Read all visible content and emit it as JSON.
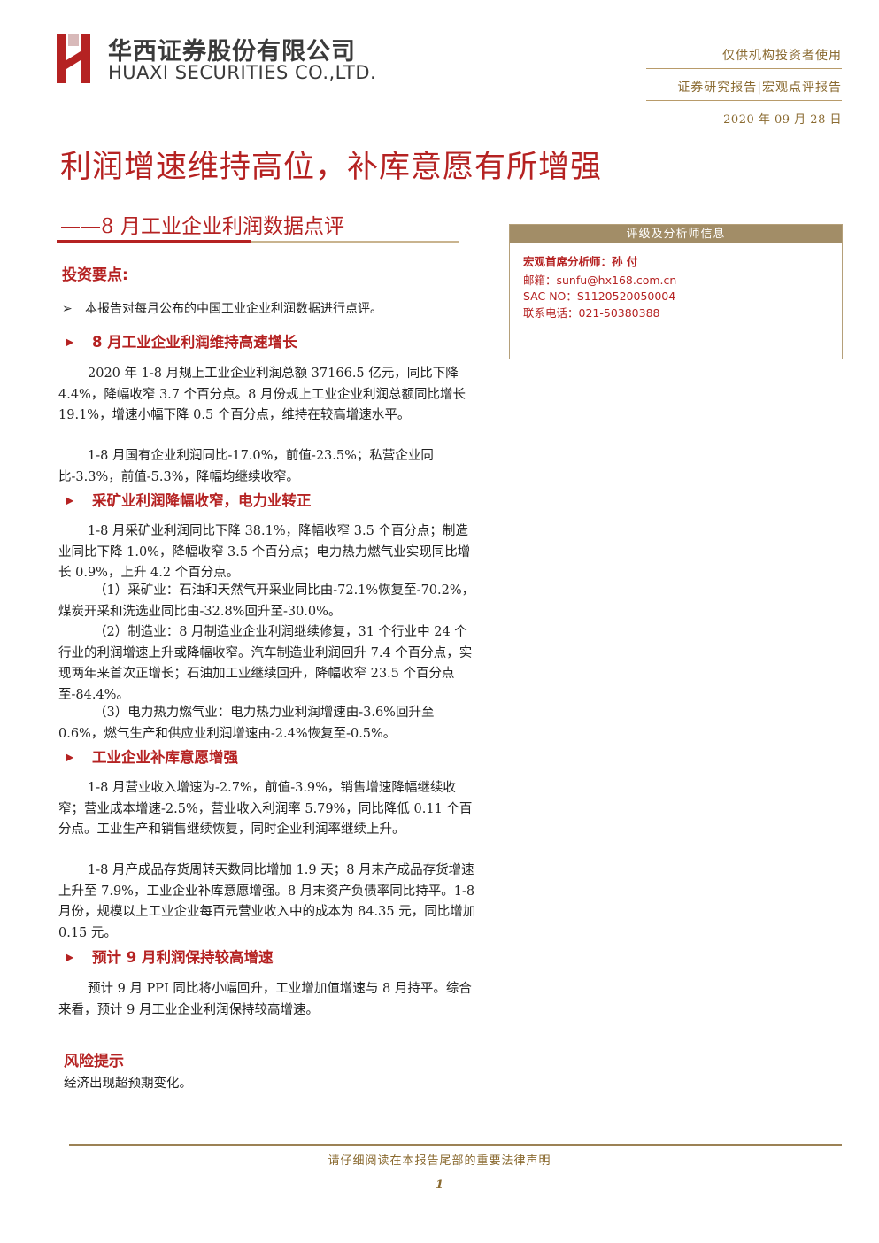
{
  "header": {
    "company_cn": "华西证券股份有限公司",
    "company_en": "HUAXI SECURITIES CO.,LTD.",
    "audience": "仅供机构投资者使用",
    "report_type": "证券研究报告|宏观点评报告",
    "date": "2020 年 09 月 28 日",
    "brand_color": "#b52222",
    "accent_color": "#a28d67"
  },
  "title": "利润增速维持高位，补库意愿有所增强",
  "subtitle": "——8 月工业企业利润数据点评",
  "analyst_box": {
    "heading": "评级及分析师信息",
    "lines": [
      "宏观首席分析师：孙 付",
      "邮箱：sunfu@hx168.com.cn",
      "SAC NO：S1120520050004",
      "联系电话：021-50380388"
    ]
  },
  "key_points": {
    "title": "投资要点:",
    "arrow_icon": "➢",
    "intro": "本报告对每月公布的中国工业企业利润数据进行点评。"
  },
  "sections": [
    {
      "heading": "8 月工业企业利润维持高速增长",
      "paragraphs": [
        "2020 年 1-8 月规上工业企业利润总额 37166.5 亿元，同比下降 4.4%，降幅收窄 3.7 个百分点。8 月份规上工业企业利润总额同比增长 19.1%，增速小幅下降 0.5 个百分点，维持在较高增速水平。",
        "1-8 月国有企业利润同比-17.0%，前值-23.5%；私营企业同比-3.3%，前值-5.3%，降幅均继续收窄。"
      ]
    },
    {
      "heading": "采矿业利润降幅收窄，电力业转正",
      "paragraphs": [
        "1-8 月采矿业利润同比下降 38.1%，降幅收窄 3.5 个百分点；制造业同比下降 1.0%，降幅收窄 3.5 个百分点；电力热力燃气业实现同比增长 0.9%，上升 4.2 个百分点。",
        "（1）采矿业：石油和天然气开采业同比由-72.1%恢复至-70.2%，煤炭开采和洗选业同比由-32.8%回升至-30.0%。",
        "（2）制造业：8 月制造业企业利润继续修复，31 个行业中 24 个行业的利润增速上升或降幅收窄。汽车制造业利润回升 7.4 个百分点，实现两年来首次正增长；石油加工业继续回升，降幅收窄 23.5 个百分点至-84.4%。",
        "（3）电力热力燃气业：电力热力业利润增速由-3.6%回升至 0.6%，燃气生产和供应业利润增速由-2.4%恢复至-0.5%。"
      ]
    },
    {
      "heading": "工业企业补库意愿增强",
      "paragraphs": [
        "1-8 月营业收入增速为-2.7%，前值-3.9%，销售增速降幅继续收窄；营业成本增速-2.5%，营业收入利润率 5.79%，同比降低 0.11 个百分点。工业生产和销售继续恢复，同时企业利润率继续上升。",
        "1-8 月产成品存货周转天数同比增加 1.9 天；8 月末产成品存货增速上升至 7.9%，工业企业补库意愿增强。8 月末资产负债率同比持平。1-8 月份，规模以上工业企业每百元营业收入中的成本为 84.35 元，同比增加 0.15 元。"
      ]
    },
    {
      "heading": "预计 9 月利润保持较高增速",
      "paragraphs": [
        "预计 9 月 PPI 同比将小幅回升，工业增加值增速与 8 月持平。综合来看，预计 9 月工业企业利润保持较高增速。"
      ]
    }
  ],
  "risk": {
    "title": "风险提示",
    "text": "经济出现超预期变化。"
  },
  "footer": {
    "note": "请仔细阅读在本报告尾部的重要法律声明",
    "page": "1"
  }
}
